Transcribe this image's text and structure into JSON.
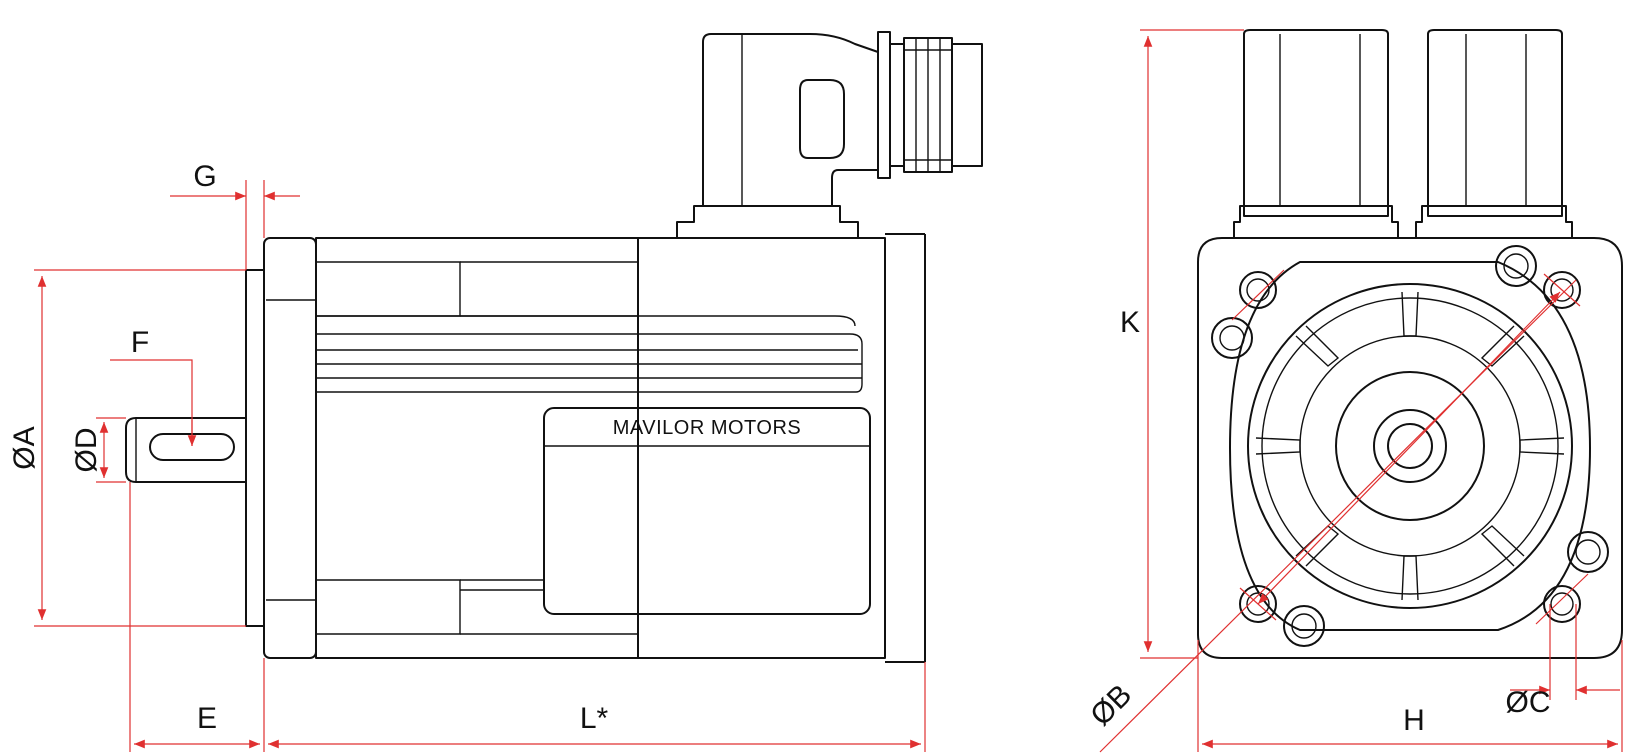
{
  "nameplate": {
    "brand": "MAVILOR   MOTORS"
  },
  "dimensions": {
    "G": "G",
    "F": "F",
    "A": "ØA",
    "D": "ØD",
    "E": "E",
    "L": "L*",
    "K": "K",
    "B": "ØB",
    "C": "ØC",
    "H": "H"
  },
  "colors": {
    "outline": "#111111",
    "dimension": "#e03030",
    "background": "#ffffff"
  }
}
